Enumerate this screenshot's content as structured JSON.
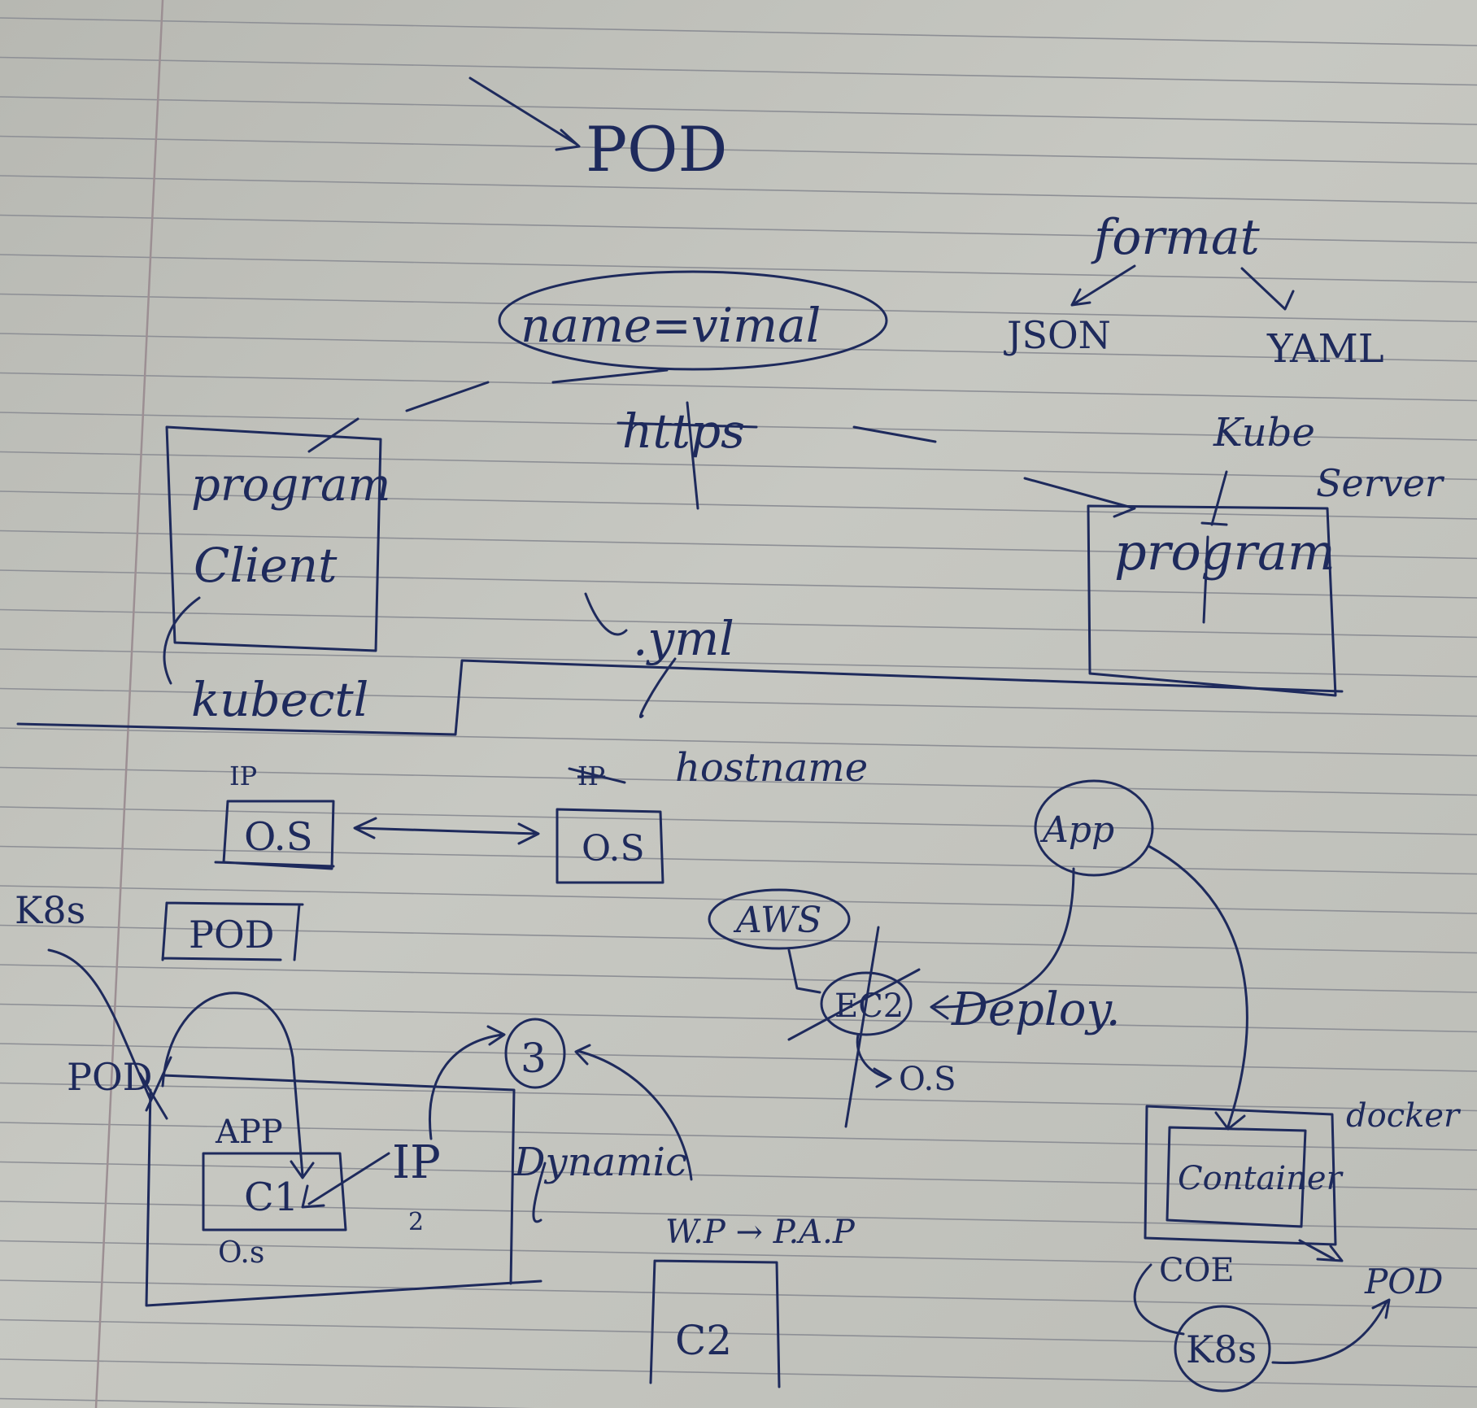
{
  "colors": {
    "paper": "#c3c4be",
    "rule": "#8d8f95",
    "margin": "#9c8f93",
    "ink": "#1e2a5c"
  },
  "notes": {
    "title": "POD",
    "name_var": "name=vimal",
    "format": "format",
    "json": "JSON",
    "yaml": "YAML",
    "https": "https",
    "kube": "Kube",
    "server": "Server",
    "program_left": "program",
    "client": "Client",
    "kubectl": "kubectl",
    "program_right": "program",
    "yml": ".yml",
    "ip_label": "IP",
    "hostname": "hostname",
    "os_left": "O.S",
    "os_right": "O.S",
    "k8s_left": "K8s",
    "pod_box": "POD",
    "app_circle": "App",
    "aws": "AWS",
    "ec2": "EC2",
    "os_ec2": "O.S",
    "deploy": "Deploy.",
    "docker": "docker",
    "container": "Container",
    "pod_left": "POD",
    "three": "3",
    "app_small": "APP",
    "c1": "C1",
    "ip_mid": "IP",
    "two": "2",
    "dynamic": "Dynamic",
    "os_small": "O.s",
    "wop_pap": "W.P → P.A.P",
    "c2": "C2",
    "coe": "COE",
    "pod_right": "POD",
    "k8s_right": "K8s"
  }
}
